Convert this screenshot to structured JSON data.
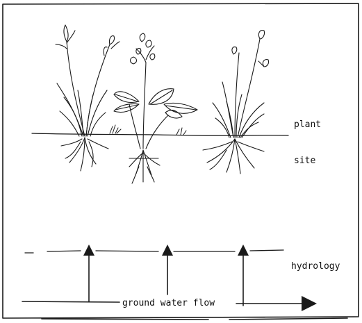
{
  "labels": {
    "plant": "plant",
    "site": "site",
    "hydrology": "hydrology",
    "ground_water_flow": "ground water flow"
  },
  "colors": {
    "ink": "#1a1a1a",
    "background": "#ffffff"
  }
}
